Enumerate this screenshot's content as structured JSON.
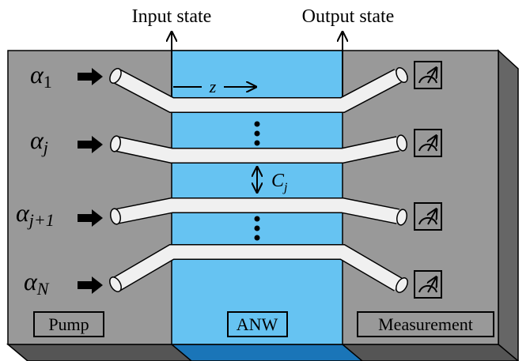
{
  "labels": {
    "input_state": "Input state",
    "output_state": "Output state",
    "z_axis": "z",
    "coupling": "C",
    "coupling_sub": "j",
    "pump": "Pump",
    "anw": "ANW",
    "measurement": "Measurement"
  },
  "inputs": [
    {
      "base": "α",
      "sub": "1"
    },
    {
      "base": "α",
      "sub": "j"
    },
    {
      "base": "α",
      "sub": "j+1"
    },
    {
      "base": "α",
      "sub": "N"
    }
  ],
  "colors": {
    "slab_top": "#999999",
    "slab_side": "#666666",
    "anw_blue": "#66c3f2",
    "anw_blue_dark": "#1a75b8",
    "waveguide": "#f0f0f0"
  },
  "icons": {
    "meter": "meter-icon",
    "arrow": "right-arrow-icon"
  }
}
